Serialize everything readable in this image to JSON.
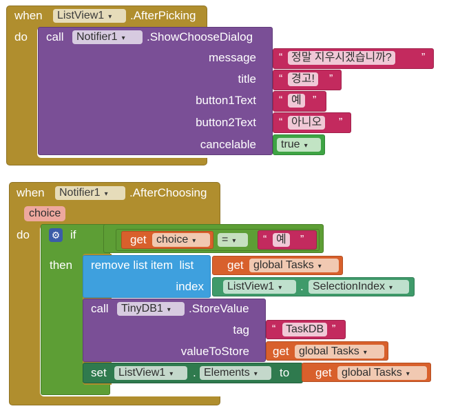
{
  "block1": {
    "when": "when",
    "component": "ListView1",
    "event": ".AfterPicking",
    "do": "do",
    "call": "call",
    "notifier": "Notifier1",
    "method": ".ShowChooseDialog",
    "params": {
      "message": "message",
      "title": "title",
      "button1Text": "button1Text",
      "button2Text": "button2Text",
      "cancelable": "cancelable"
    },
    "values": {
      "message": "정말 지우시겠습니까?",
      "title": "경고!",
      "button1Text": "예",
      "button2Text": "아니오",
      "cancelable": "true"
    }
  },
  "block2": {
    "when": "when",
    "component": "Notifier1",
    "event": ".AfterChoosing",
    "param": "choice",
    "do": "do",
    "if": "if",
    "then": "then",
    "get": "get",
    "choice": "choice",
    "equals": "=",
    "compare_value": "예",
    "remove": "remove list item",
    "list": "list",
    "global_tasks": "global Tasks",
    "index": "index",
    "listview": "ListView1",
    "dot": ".",
    "selection_index": "SelectionIndex",
    "call": "call",
    "tinydb": "TinyDB1",
    "store": ".StoreValue",
    "tag": "tag",
    "tag_value": "TaskDB",
    "valueToStore": "valueToStore",
    "set": "set",
    "elements": "Elements",
    "to": "to"
  },
  "quote_open": "“",
  "quote_close": "”",
  "arrow": "▾",
  "gear": "⚙",
  "colors": {
    "event": "#b08e2e",
    "procedure": "#7a4f96",
    "text": "#c32a5e",
    "logic": "#3ea444",
    "control": "#5d9e35",
    "variable": "#d8602c",
    "list": "#3ea0de",
    "component_getter": "#3f9a6a",
    "component_setter": "#2f7a4e"
  }
}
